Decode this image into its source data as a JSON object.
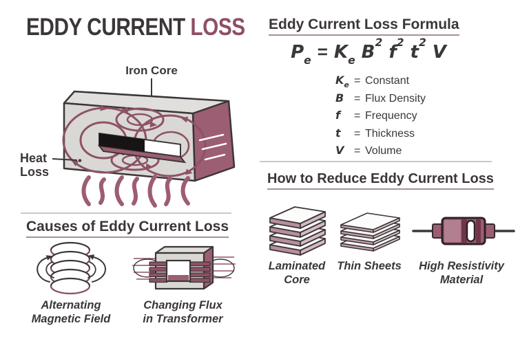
{
  "palette": {
    "ink": "#3b3637",
    "accent_maroon": "#8e4f64",
    "loop_maroon": "#8e5166",
    "heat_wave": "#9d5d72",
    "core_front_gray": "#d9d8d4",
    "core_side_maroon": "#9c5e72",
    "divider_gray": "#c9c9c9",
    "heading_underline": "#a5929a"
  },
  "title": {
    "prefix": "EDDY CURRENT",
    "accent": "LOSS"
  },
  "core_diagram": {
    "illustration": "iron-core-with-eddy-currents",
    "iron_core_label": "Iron Core",
    "heat_loss_line1": "Heat",
    "heat_loss_line2": "Loss"
  },
  "causes": {
    "heading": "Causes of Eddy Current Loss",
    "items": [
      {
        "icon": "coil-icon",
        "label_line1": "Alternating",
        "label_line2": "Magnetic Field"
      },
      {
        "icon": "transformer-icon",
        "label_line1": "Changing Flux",
        "label_line2": "in Transformer"
      }
    ]
  },
  "formula_panel": {
    "heading": "Eddy Current Loss Formula",
    "equals": "=",
    "formula": {
      "p_base": "P",
      "p_sub": "e",
      "k_base": "K",
      "k_sub": "e",
      "b_base": "B",
      "b_exp": "2",
      "f_base": "f",
      "f_exp": "2",
      "t_base": "t",
      "t_exp": "2",
      "v_base": "V"
    },
    "definitions": [
      {
        "symbol": "K",
        "sub": "e",
        "meaning": "Constant"
      },
      {
        "symbol": "B",
        "sub": "",
        "meaning": "Flux Density"
      },
      {
        "symbol": "f",
        "sub": "",
        "meaning": "Frequency"
      },
      {
        "symbol": "t",
        "sub": "",
        "meaning": "Thickness"
      },
      {
        "symbol": "V",
        "sub": "",
        "meaning": "Volume"
      }
    ]
  },
  "reduce": {
    "heading": "How to Reduce Eddy Current Loss",
    "items": [
      {
        "icon": "laminated-core-icon",
        "label_line1": "Laminated",
        "label_line2": "Core"
      },
      {
        "icon": "thin-sheets-icon",
        "label_line1": "Thin Sheets",
        "label_line2": ""
      },
      {
        "icon": "resistor-icon",
        "label_line1": "High Resistivity",
        "label_line2": "Material"
      }
    ]
  }
}
